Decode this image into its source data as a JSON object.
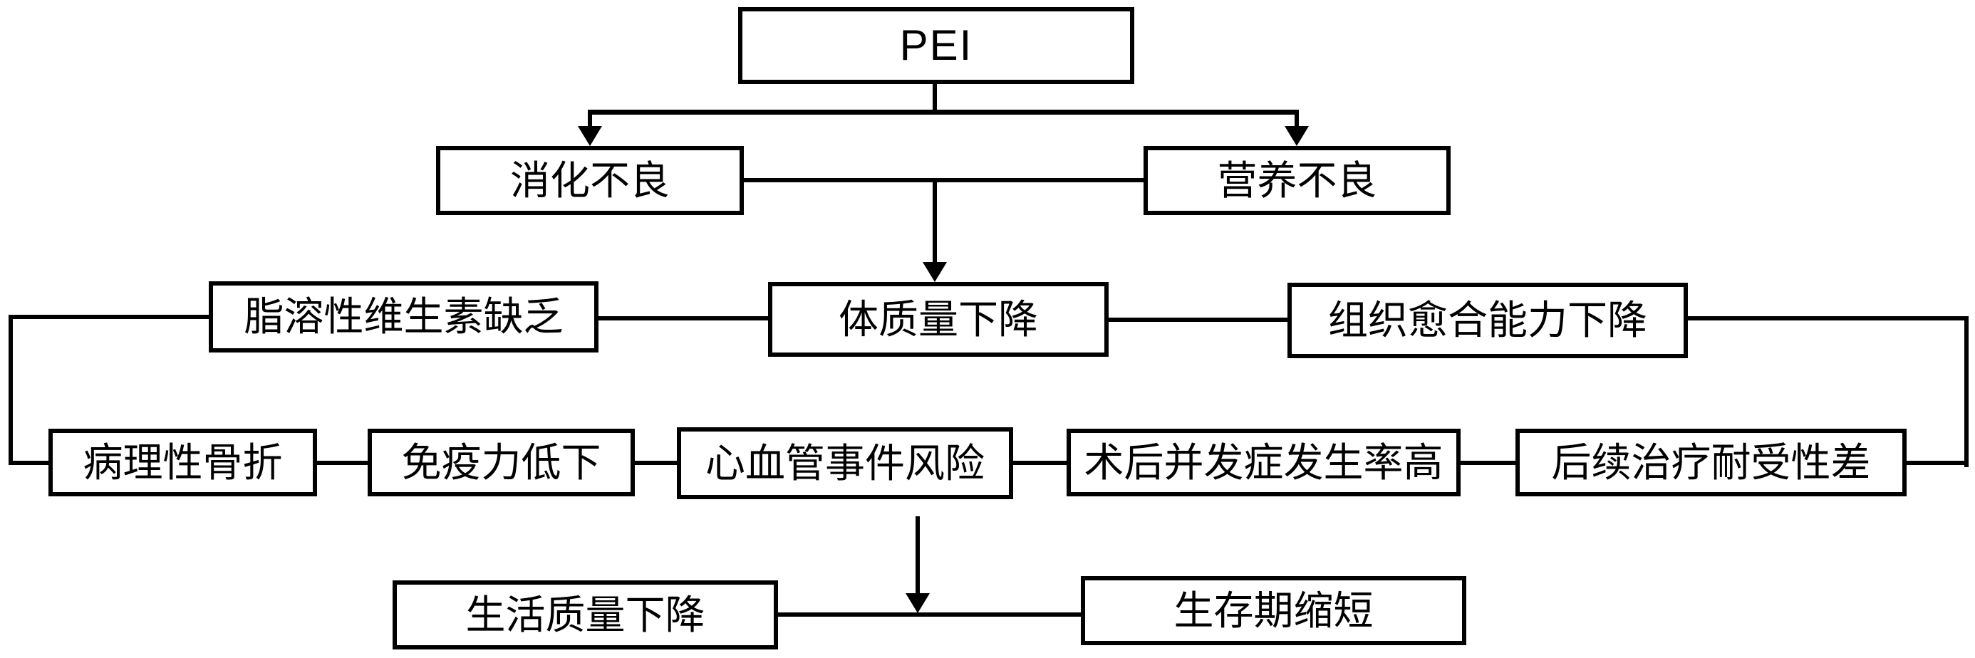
{
  "diagram": {
    "type": "flowchart",
    "topic": "Consequences of PEI (pancreatic exocrine insufficiency)",
    "colors": {
      "line": "#000000",
      "box_border": "#000000",
      "box_fill": "#ffffff",
      "background": "#ffffff",
      "text": "#000000"
    },
    "nodes": [
      {
        "id": "pei",
        "label": "PEI"
      },
      {
        "id": "indigestion",
        "label": "消化不良"
      },
      {
        "id": "malnutrition",
        "label": "营养不良"
      },
      {
        "id": "vitamin-deficiency",
        "label": "脂溶性维生素缺乏"
      },
      {
        "id": "weight-loss",
        "label": "体质量下降"
      },
      {
        "id": "tissue-healing-decline",
        "label": "组织愈合能力下降"
      },
      {
        "id": "pathologic-fracture",
        "label": "病理性骨折"
      },
      {
        "id": "low-immunity",
        "label": "免疫力低下"
      },
      {
        "id": "cardiovascular-risk",
        "label": "心血管事件风险"
      },
      {
        "id": "postop-complications",
        "label": "术后并发症发生率高"
      },
      {
        "id": "treatment-intolerance",
        "label": "后续治疗耐受性差"
      },
      {
        "id": "quality-of-life-decline",
        "label": "生活质量下降"
      },
      {
        "id": "shortened-survival",
        "label": "生存期缩短"
      }
    ],
    "edges": [
      {
        "from": "pei",
        "to": "indigestion",
        "style": "arrow"
      },
      {
        "from": "pei",
        "to": "malnutrition",
        "style": "arrow"
      },
      {
        "from": "indigestion",
        "to": "malnutrition",
        "style": "line"
      },
      {
        "from": "indigestion+malnutrition",
        "to": "weight-loss",
        "style": "arrow"
      },
      {
        "from": "vitamin-deficiency",
        "to": "weight-loss",
        "style": "line"
      },
      {
        "from": "weight-loss",
        "to": "tissue-healing-decline",
        "style": "line"
      },
      {
        "from": "vitamin-deficiency",
        "to": "pathologic-fracture",
        "style": "line"
      },
      {
        "from": "tissue-healing-decline",
        "to": "treatment-intolerance",
        "style": "line"
      },
      {
        "from": "pathologic-fracture",
        "to": "low-immunity",
        "style": "line"
      },
      {
        "from": "low-immunity",
        "to": "cardiovascular-risk",
        "style": "line"
      },
      {
        "from": "cardiovascular-risk",
        "to": "postop-complications",
        "style": "line"
      },
      {
        "from": "postop-complications",
        "to": "treatment-intolerance",
        "style": "line"
      },
      {
        "from": "cardiovascular-risk",
        "to": "quality-of-life-decline+shortened-survival",
        "style": "arrow"
      },
      {
        "from": "quality-of-life-decline",
        "to": "shortened-survival",
        "style": "line"
      }
    ]
  }
}
